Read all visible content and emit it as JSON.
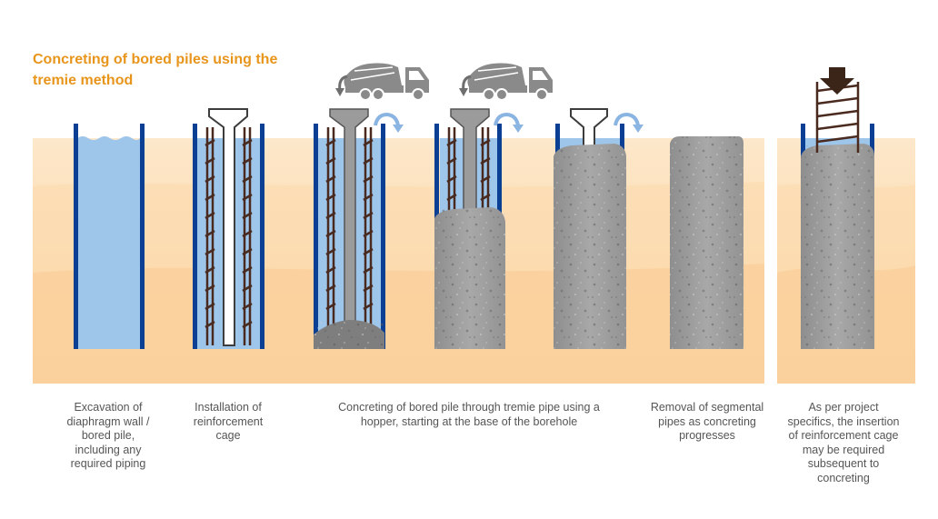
{
  "title": "Concreting of bored piles using the tremie method",
  "colors": {
    "title": "#e8951c",
    "soil_light": "#fde8cb",
    "soil_mid": "#fbd7a6",
    "soil_dark": "#f9c885",
    "casing": "#0b3f93",
    "water": "#9ec5ea",
    "rebar": "#4a2a1e",
    "concrete": "#9b9b9b",
    "truck": "#8a8a8a",
    "arrow": "#8ab4e2",
    "caption": "#555555"
  },
  "icons": [
    "concrete-mixer-truck-icon",
    "curved-arrow-icon",
    "down-arrow-icon"
  ],
  "captions": {
    "step1": "Excavation of diaphragm wall / bored pile, including any required piping",
    "step2": "Installation of reinforcement cage",
    "step3": "Concreting of bored pile through tremie pipe using a hopper, starting at the base of the borehole",
    "step4": "Removal of segmental pipes as concreting progresses",
    "step5": "As per project specifics, the insertion of reinforcement cage may be required subsequent to concreting"
  }
}
